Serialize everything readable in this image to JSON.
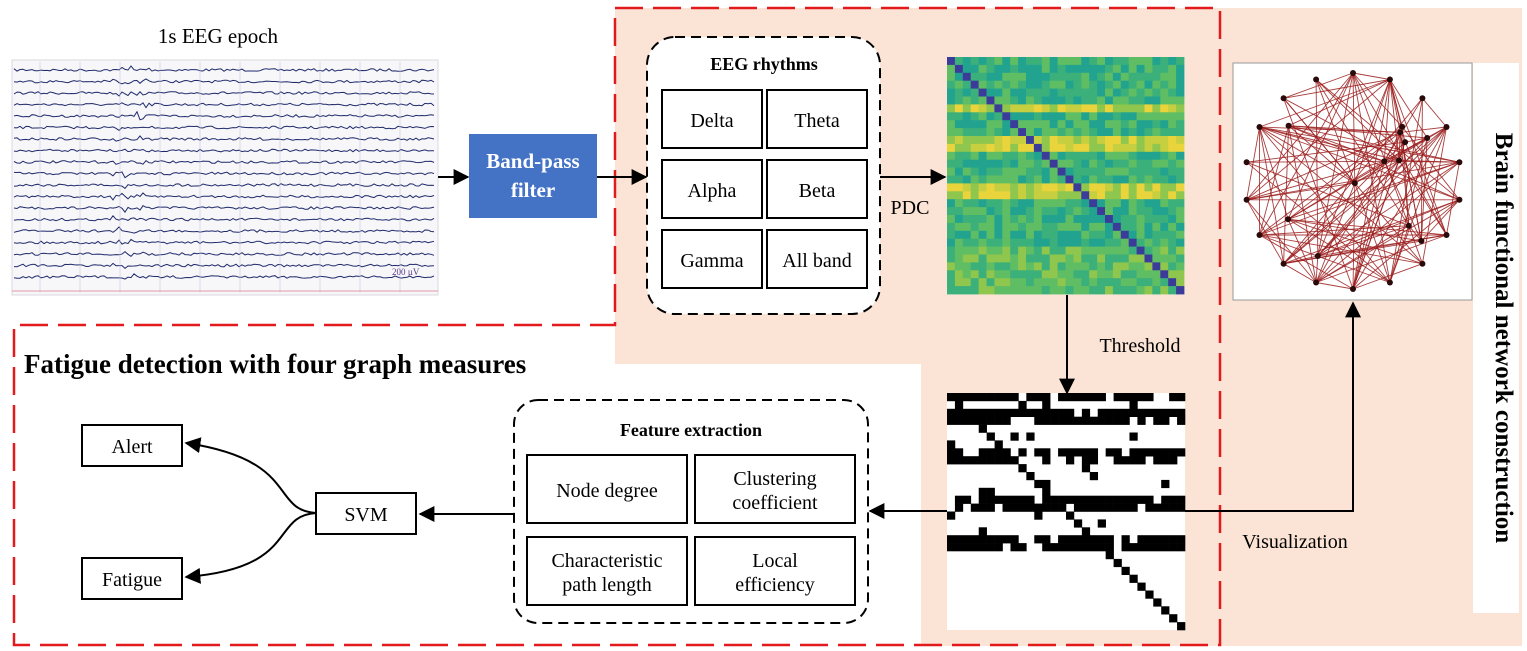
{
  "eeg": {
    "title": "1s EEG epoch",
    "scale_label": "200 µV",
    "trace_color": "#1f2a6b"
  },
  "bandpass": {
    "line1": "Band-pass",
    "line2": "filter",
    "color": "#4472c4"
  },
  "rhythms": {
    "title": "EEG rhythms",
    "items": [
      "Delta",
      "Theta",
      "Alpha",
      "Beta",
      "Gamma",
      "All band"
    ]
  },
  "pdc_label": "PDC",
  "threshold_label": "Threshold",
  "visualization_label": "Visualization",
  "brain_title": "Brain functional network construction",
  "fatigue_title": "Fatigue detection with four graph measures",
  "features": {
    "title": "Feature extraction",
    "items": [
      {
        "line1": "Node degree",
        "line2": ""
      },
      {
        "line1": "Clustering",
        "line2": "coefficient"
      },
      {
        "line1": "Characteristic",
        "line2": "path length"
      },
      {
        "line1": "Local",
        "line2": "efficiency"
      }
    ]
  },
  "svm_label": "SVM",
  "alert_label": "Alert",
  "fatigue_label": "Fatigue",
  "colors": {
    "peach": "#fbe4d6",
    "dashed_red": "#e31a1c",
    "network_edge": "#9b1c1c"
  }
}
